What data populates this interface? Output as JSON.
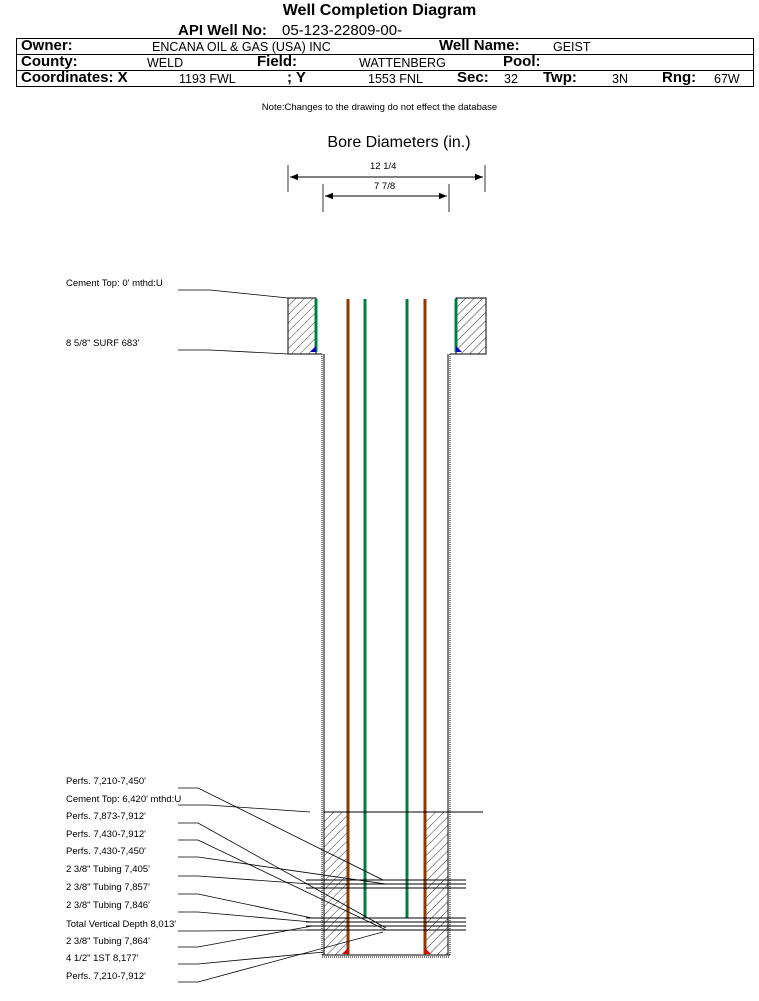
{
  "title": "Well Completion Diagram",
  "header": {
    "api_label": "API Well No:",
    "api_value": "05-123-22809-00-",
    "owner_label": "Owner:",
    "owner_value": "ENCANA OIL & GAS (USA) INC",
    "wellname_label": "Well Name:",
    "wellname_value": "GEIST",
    "county_label": "County:",
    "county_value": "WELD",
    "field_label": "Field:",
    "field_value": "WATTENBERG",
    "pool_label": "Pool:",
    "pool_value": "",
    "coordx_label": "Coordinates: X",
    "coordx_value": "1193 FWL",
    "coordy_label": "; Y",
    "coordy_value": "1553 FNL",
    "sec_label": "Sec:",
    "sec_value": "32",
    "twp_label": "Twp:",
    "twp_value": "3N",
    "rng_label": "Rng:",
    "rng_value": "67W"
  },
  "note": "Note:Changes to the drawing do not effect the database",
  "bore": {
    "title": "Bore Diameters (in.)",
    "outer": "12 1/4",
    "inner": "7 7/8"
  },
  "annotations_top": [
    "Cement Top: 0' mthd:U",
    "8 5/8\" SURF     683'"
  ],
  "annotations_bottom": [
    "Perfs. 7,210-7,450'",
    "Cement Top: 6,420' mthd:U",
    "Perfs. 7,873-7,912'",
    "Perfs. 7,430-7,912'",
    "Perfs. 7,430-7,450'",
    "2 3/8\" Tubing 7,405'",
    "2 3/8\" Tubing 7,857'",
    "2 3/8\" Tubing 7,846'",
    "Total Vertical Depth 8,013'",
    "2 3/8\" Tubing 7,864'",
    "4 1/2\" 1ST       8,177'",
    "Perfs. 7,210-7,912'"
  ],
  "colors": {
    "tubing_brown": "#8B3A00",
    "tubing_green": "#008040",
    "shoe_red": "#E00000",
    "shoe_blue": "#0000C0"
  }
}
